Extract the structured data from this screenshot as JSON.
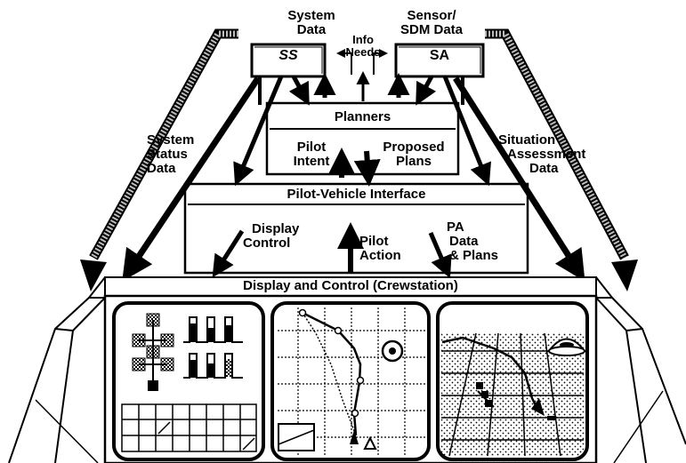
{
  "labels": {
    "system_data": [
      "System",
      "Data"
    ],
    "sensor_data": [
      "Sensor/",
      "SDM  Data"
    ],
    "info_needs": [
      "Info",
      "Needs"
    ],
    "ss": "SS",
    "sa": "SA",
    "planners": "Planners",
    "pilot_intent": [
      "Pilot",
      "Intent"
    ],
    "proposed_plans": [
      "Proposed",
      "Plans"
    ],
    "system_status_data": [
      "System",
      "Status",
      "Data"
    ],
    "situation_assessment_data": [
      "Situation",
      "Assessment",
      "Data"
    ],
    "pvi": "Pilot-Vehicle Interface",
    "display_control": [
      "Display",
      "Control"
    ],
    "pilot_action": [
      "Pilot",
      "Action"
    ],
    "pa_data_plans": [
      "PA",
      "Data",
      "& Plans"
    ],
    "crewstation": "Display and Control (Crewstation)"
  },
  "colors": {
    "ink": "#000000",
    "paper": "#ffffff",
    "gray": "#bdbdbd"
  }
}
